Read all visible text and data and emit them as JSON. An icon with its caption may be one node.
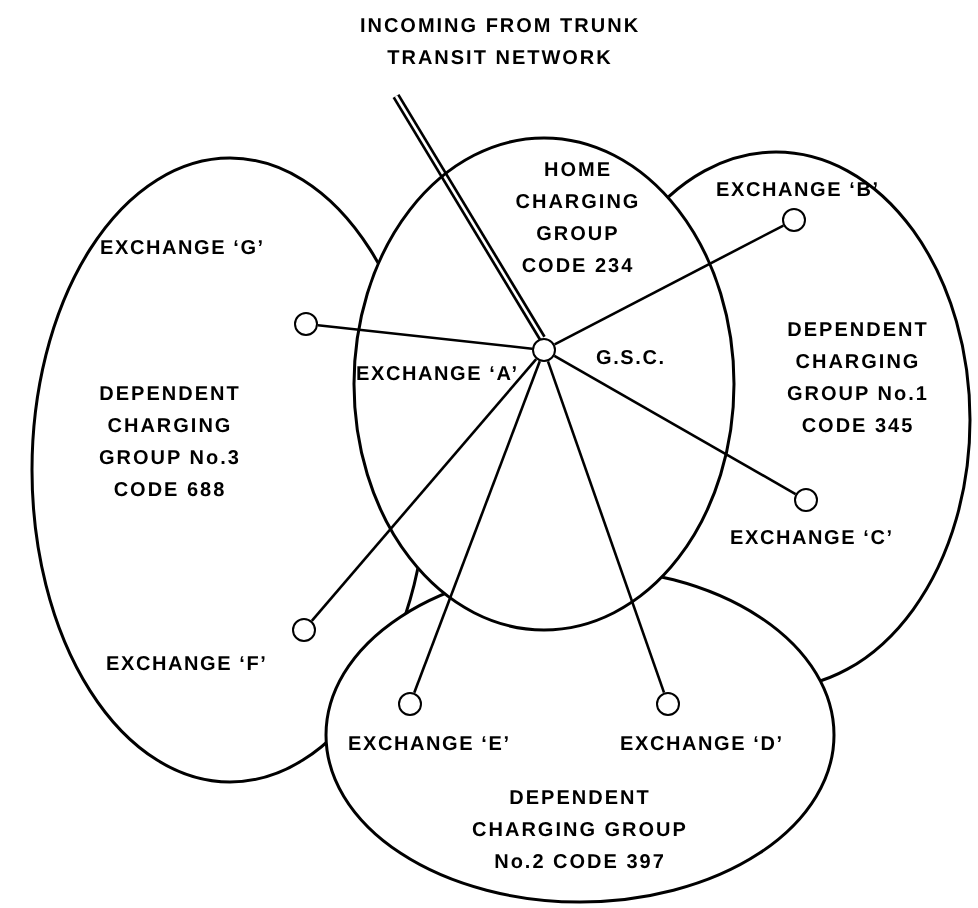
{
  "diagram": {
    "nodes": [
      {
        "text": [
          "HOME CHARGING GROUP CODE 234"
        ]
      },
      {
        "text": [
          "DEPENDENT CHARGING GROUP No.1 CODE 345"
        ]
      },
      {
        "text": [
          "DEPENDENT CHARGING GROUP No.3 CODE 688"
        ]
      },
      {
        "text": [
          "DEPENDENT CHARGING GROUP No.2 CODE 397"
        ]
      },
      {
        "text": [
          "INCOMING FROM TRUNK TRANSIT NETWORK"
        ]
      },
      {
        "text": [],
        "shape": "circle",
        "in": 0,
        "beside": [
          "EXCHANGE ‘A’",
          "G.S.C."
        ]
      },
      {
        "text": [],
        "shape": "circle",
        "in": 1,
        "beside": [
          "EXCHANGE ‘B’"
        ]
      },
      {
        "text": [],
        "shape": "circle",
        "in": 1,
        "beside": [
          "EXCHANGE ‘C’"
        ]
      },
      {
        "text": [],
        "shape": "circle",
        "in": 3,
        "beside": [
          "EXCHANGE ‘D’"
        ]
      },
      {
        "text": [],
        "shape": "circle",
        "in": 3,
        "beside": [
          "EXCHANGE ‘E’"
        ]
      },
      {
        "text": [],
        "shape": "circle",
        "in": 2,
        "beside": [
          "EXCHANGE ‘F’"
        ]
      },
      {
        "text": [],
        "shape": "circle",
        "in": 2,
        "beside": [
          "EXCHANGE ‘G’"
        ]
      }
    ],
    "edges": [
      {
        "from": 4,
        "to": 5,
        "arrow": "none",
        "style": "thick"
      },
      {
        "from": 5,
        "to": 6,
        "arrow": "none"
      },
      {
        "from": 5,
        "to": 7,
        "arrow": "none"
      },
      {
        "from": 5,
        "to": 8,
        "arrow": "none"
      },
      {
        "from": 5,
        "to": 9,
        "arrow": "none"
      },
      {
        "from": 5,
        "to": 10,
        "arrow": "none"
      },
      {
        "from": 5,
        "to": 11,
        "arrow": "none"
      }
    ]
  }
}
